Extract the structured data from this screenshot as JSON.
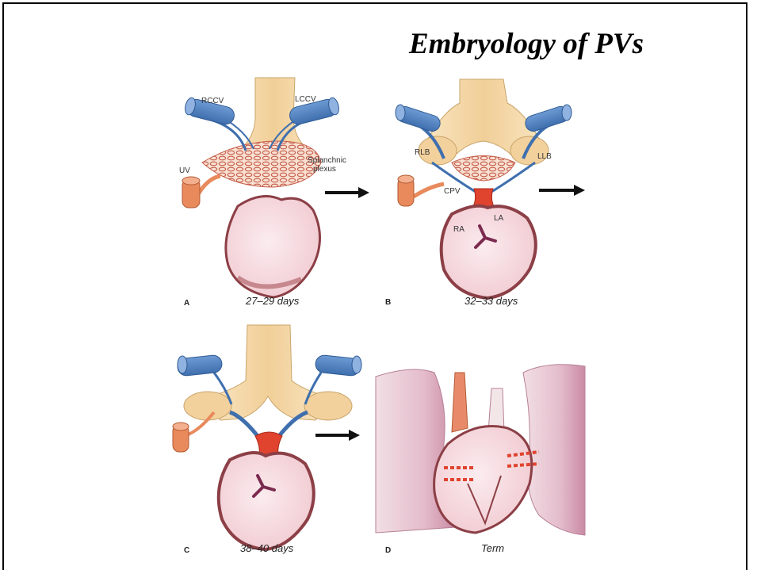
{
  "title": "Embryology of PVs",
  "panels": [
    {
      "letter": "A",
      "caption": "27–29 days",
      "labels": {
        "rccv": "RCCV",
        "lccv": "LCCV",
        "uv": "UV",
        "splanchnic": "Splanchnic",
        "plexus": "plexus"
      }
    },
    {
      "letter": "B",
      "caption": "32–33 days",
      "labels": {
        "rlb": "RLB",
        "llb": "LLB",
        "cpv": "CPV",
        "ra": "RA",
        "la": "LA"
      }
    },
    {
      "letter": "C",
      "caption": "38–40 days"
    },
    {
      "letter": "D",
      "caption": "Term"
    }
  ],
  "colors": {
    "vein_blue": "#4a7fc1",
    "foregut": "#f3d7a6",
    "heart_fill": "#f7dde2",
    "heart_wall": "#a9575c",
    "vessel_red": "#e0432e",
    "umbilical": "#e88a5c",
    "lung": "#e9c8d2"
  }
}
